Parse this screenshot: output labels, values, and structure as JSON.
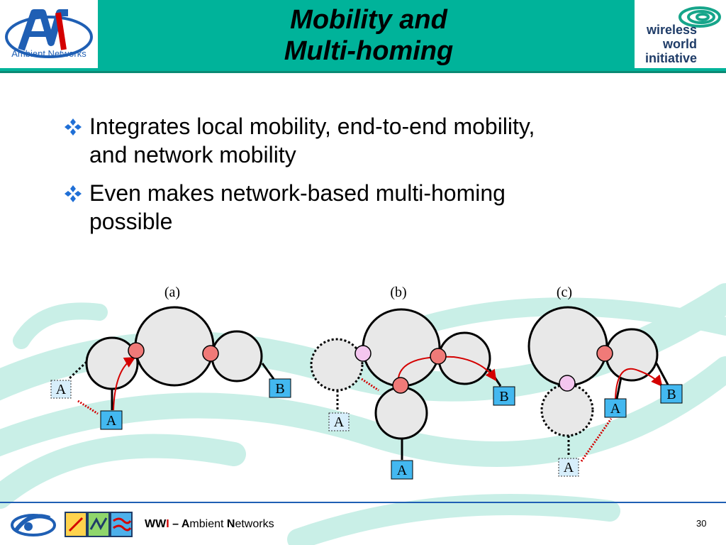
{
  "header": {
    "title_line1": "Mobility and",
    "title_line2": "Multi-homing",
    "left_logo_text": "Ambient Networks",
    "right_logo_line1": "wireless",
    "right_logo_line2": "world",
    "right_logo_line3": "initiative"
  },
  "bullets": [
    {
      "line1": "Integrates local mobility, end-to-end mobility,",
      "line2": "and network mobility"
    },
    {
      "line1": "Even makes network-based multi-homing",
      "line2": "possible"
    }
  ],
  "diagram": {
    "panel_labels": [
      "(a)",
      "(b)",
      "(c)"
    ],
    "node_labels": {
      "a_left_dotted": "A",
      "a_bottom": "A",
      "a_right": "B",
      "b_left_dotted": "A",
      "b_bottom": "A",
      "b_right": "B",
      "c_right": "B",
      "c_mid": "A",
      "c_bottom_dotted": "A"
    }
  },
  "footer": {
    "prefix_w1": "WW",
    "prefix_i": "I",
    "dash": " – ",
    "a": "A",
    "mbient": "mbient ",
    "n": "N",
    "etworks": "etworks",
    "page_number": "30"
  },
  "colors": {
    "header_teal": "#00b39a",
    "swirl": "#c9efe7",
    "cloud_fill": "#e8e8e8",
    "red_node": "#f07a78",
    "pink_node": "#f4c6ef",
    "label_blue": "#43b8f0",
    "label_light": "#d7eefb",
    "arrow_red": "#d40000"
  }
}
